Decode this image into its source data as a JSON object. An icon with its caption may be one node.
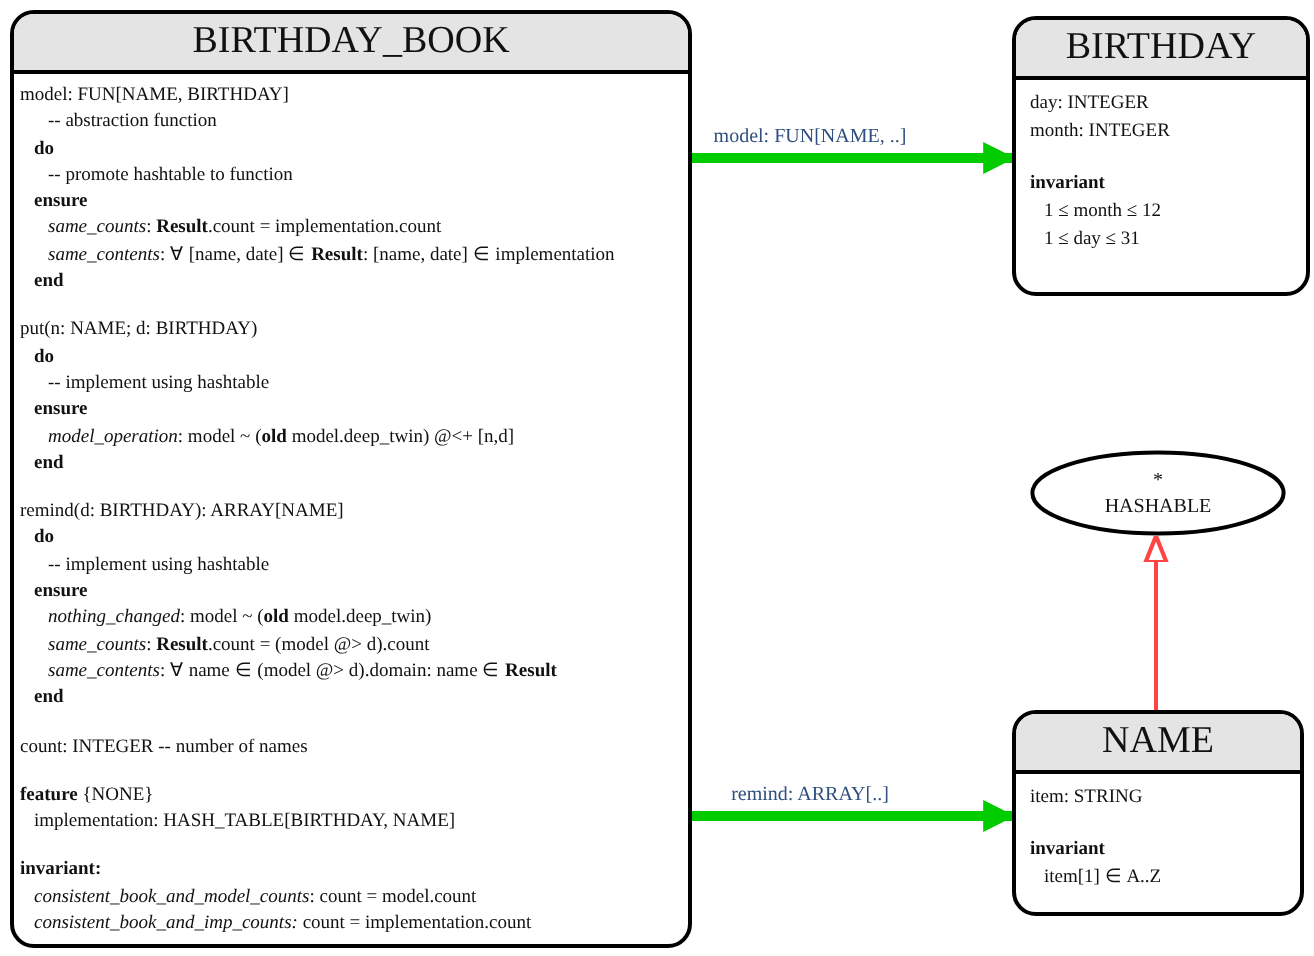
{
  "diagram": {
    "nodes": [
      {
        "text": [
          "BIRTHDAY_BOOK",
          "model: FUN[NAME, BIRTHDAY]",
          "-- abstraction function",
          "do",
          "-- promote hashtable to function",
          "ensure",
          "*same_counts*: **Result**.count = implementation.count",
          "*same_contents*: ∀ [name, date] ∈ **Result**: [name, date] ∈ implementation",
          "end",
          "put(n: NAME; d: BIRTHDAY)",
          "do",
          "-- implement using hashtable",
          "ensure",
          "*model_operation*: model ~ (**old** model.deep_twin) @<+ [n,d]",
          "end",
          "remind(d: BIRTHDAY): ARRAY[NAME]",
          "do",
          "-- implement using hashtable",
          "ensure",
          "*nothing_changed*: model ~ (**old** model.deep_twin)",
          "*same_counts*: **Result**.count = (model @> d).count",
          "*same_contents*: ∀ name ∈ (model @> d).domain: name ∈ **Result**",
          "end",
          "count: INTEGER -- number of names",
          "**feature** {NONE}",
          "implementation: HASH_TABLE[BIRTHDAY, NAME]",
          "invariant:",
          "*consistent_book_and_model_counts*: count = model.count",
          "*consistent_book_and_imp_counts:* count = implementation.count"
        ]
      },
      {
        "text": [
          "BIRTHDAY",
          "day: INTEGER",
          "month: INTEGER",
          "invariant",
          "1 ≤ month ≤ 12",
          "1 ≤ day ≤ 31"
        ]
      },
      {
        "text": [
          "*",
          "HASHABLE"
        ]
      },
      {
        "text": [
          "NAME",
          "item: STRING",
          "invariant",
          "item[1] ∈ A..Z"
        ]
      }
    ],
    "edges": [
      {
        "from": 0,
        "to": 1,
        "arrow": "to",
        "label": "model: FUN[NAME, ..]",
        "color": "#00cc00"
      },
      {
        "from": 0,
        "to": 3,
        "arrow": "to",
        "label": "remind: ARRAY[..]",
        "color": "#00cc00"
      },
      {
        "from": 3,
        "to": 2,
        "arrow": "to",
        "color": "#ff4444"
      }
    ]
  }
}
